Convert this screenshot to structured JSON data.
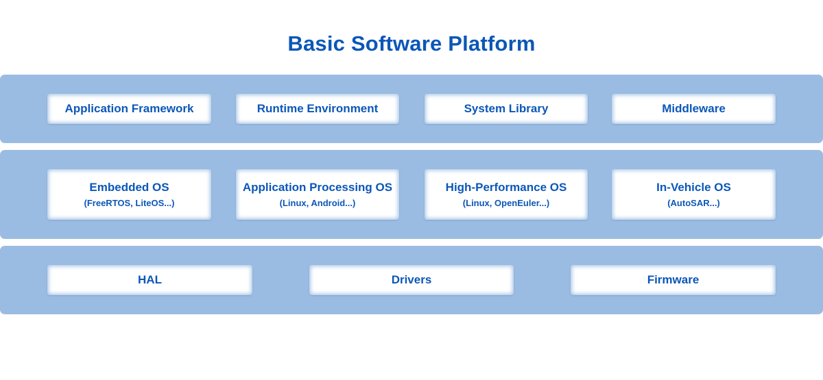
{
  "title": "Basic Software Platform",
  "colors": {
    "title": "#0b57b8",
    "layer_bg": "#9bbce2",
    "box_bg": "#ffffff",
    "text": "#0b57b8"
  },
  "layers": [
    {
      "name": "upper-layer",
      "boxes": [
        {
          "label": "Application Framework"
        },
        {
          "label": "Runtime Environment"
        },
        {
          "label": "System Library"
        },
        {
          "label": "Middleware"
        }
      ]
    },
    {
      "name": "os-layer",
      "boxes": [
        {
          "label": "Embedded OS",
          "sub": "(FreeRTOS, LiteOS...)"
        },
        {
          "label": "Application Processing OS",
          "sub": "(Linux, Android...)"
        },
        {
          "label": "High-Performance OS",
          "sub": "(Linux, OpenEuler...)"
        },
        {
          "label": "In-Vehicle OS",
          "sub": "(AutoSAR...)"
        }
      ]
    },
    {
      "name": "hardware-abstraction-layer",
      "boxes": [
        {
          "label": "HAL"
        },
        {
          "label": "Drivers"
        },
        {
          "label": "Firmware"
        }
      ]
    }
  ]
}
